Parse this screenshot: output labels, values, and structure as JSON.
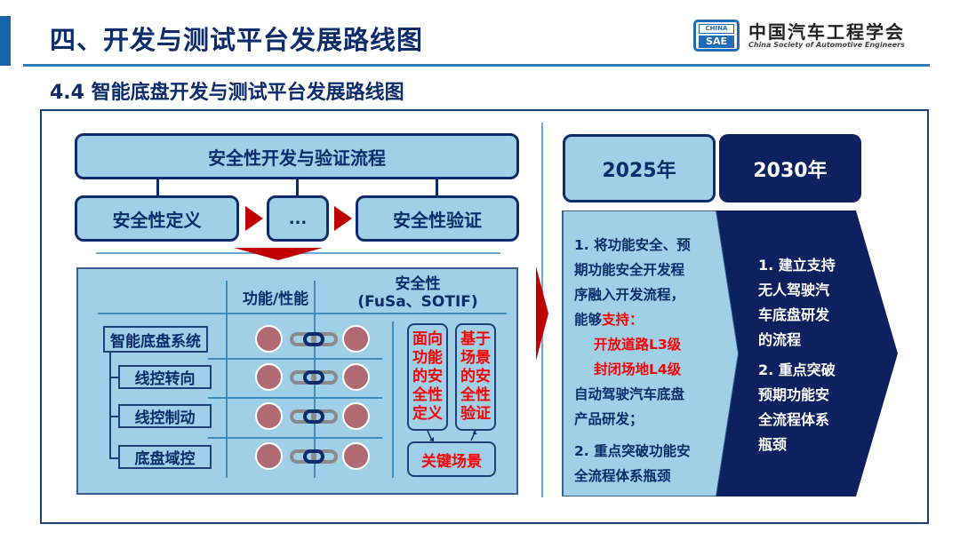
{
  "header": {
    "title": "四、开发与测试平台发展路线图",
    "subtitle": "4.4  智能底盘开发与测试平台发展路线图",
    "logo": {
      "badge_top": "CHINA",
      "badge_bottom": "SAE",
      "name_cn": "中国汽车工程学会",
      "name_en": "China Society of Automotive Engineers"
    }
  },
  "flow": {
    "main": "安全性开发与验证流程",
    "steps": [
      "安全性定义",
      "...",
      "安全性验证"
    ]
  },
  "matrix": {
    "col_headers": {
      "function": "功能/性能",
      "safety_line1": "安全性",
      "safety_line2": "(FuSa、SOTIF)"
    },
    "tree": {
      "root": "智能底盘系统",
      "children": [
        "线控转向",
        "线控制动",
        "底盘域控"
      ]
    },
    "red_boxes": {
      "left": [
        "面向",
        "功能",
        "的安",
        "全性",
        "定义"
      ],
      "right": [
        "基于",
        "场景",
        "的安",
        "全性",
        "验证"
      ]
    },
    "key_scenario": "关键场景"
  },
  "roadmap": {
    "years": [
      "2025年",
      "2030年"
    ],
    "y2025": {
      "l1": "1. 将功能安全、预",
      "l2": "期功能安全开发程",
      "l3": "序融入开发流程，",
      "l4a": "能够",
      "l4b": "支持：",
      "l5": "开放道路L3级",
      "l6": "封闭场地L4级",
      "l7": "自动驾驶汽车底盘",
      "l8": "产品研发；",
      "l9": "2. 重点突破功能安",
      "l10": "全流程体系瓶颈"
    },
    "y2030": {
      "l1": "1. 建立支持",
      "l2": "无人驾驶汽",
      "l3": "车底盘研发",
      "l4": "的流程",
      "l5": "2. 重点突破",
      "l6": "预期功能安",
      "l7": "全流程体系",
      "l8": "瓶颈"
    }
  },
  "colors": {
    "navy": "#0d2160",
    "light_blue": "#9fd0e8",
    "accent_red": "#c00000",
    "text_red": "#ff0000",
    "dot": "#b06a74"
  }
}
